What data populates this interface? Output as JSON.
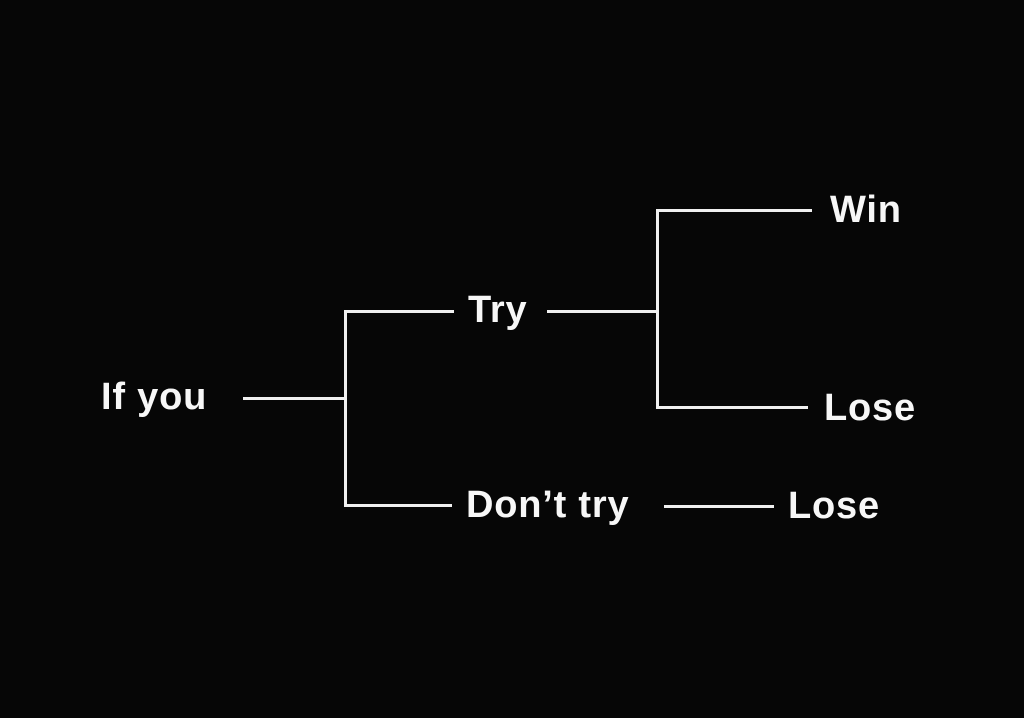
{
  "diagram": {
    "type": "decision-tree",
    "structure": {
      "root": "If you",
      "branches": [
        {
          "choice": "Try",
          "outcomes": [
            "Win",
            "Lose"
          ]
        },
        {
          "choice": "Don’t try",
          "outcomes": [
            "Lose"
          ]
        }
      ]
    }
  },
  "nodes": {
    "root": {
      "label": "If you"
    },
    "try": {
      "label": "Try"
    },
    "dont_try": {
      "label": "Don’t try"
    },
    "win": {
      "label": "Win"
    },
    "lose_after_try": {
      "label": "Lose"
    },
    "lose_after_dont_try": {
      "label": "Lose"
    }
  },
  "colors": {
    "background": "#060606",
    "line": "#f0f0f0",
    "text": "#f7f7f7"
  }
}
